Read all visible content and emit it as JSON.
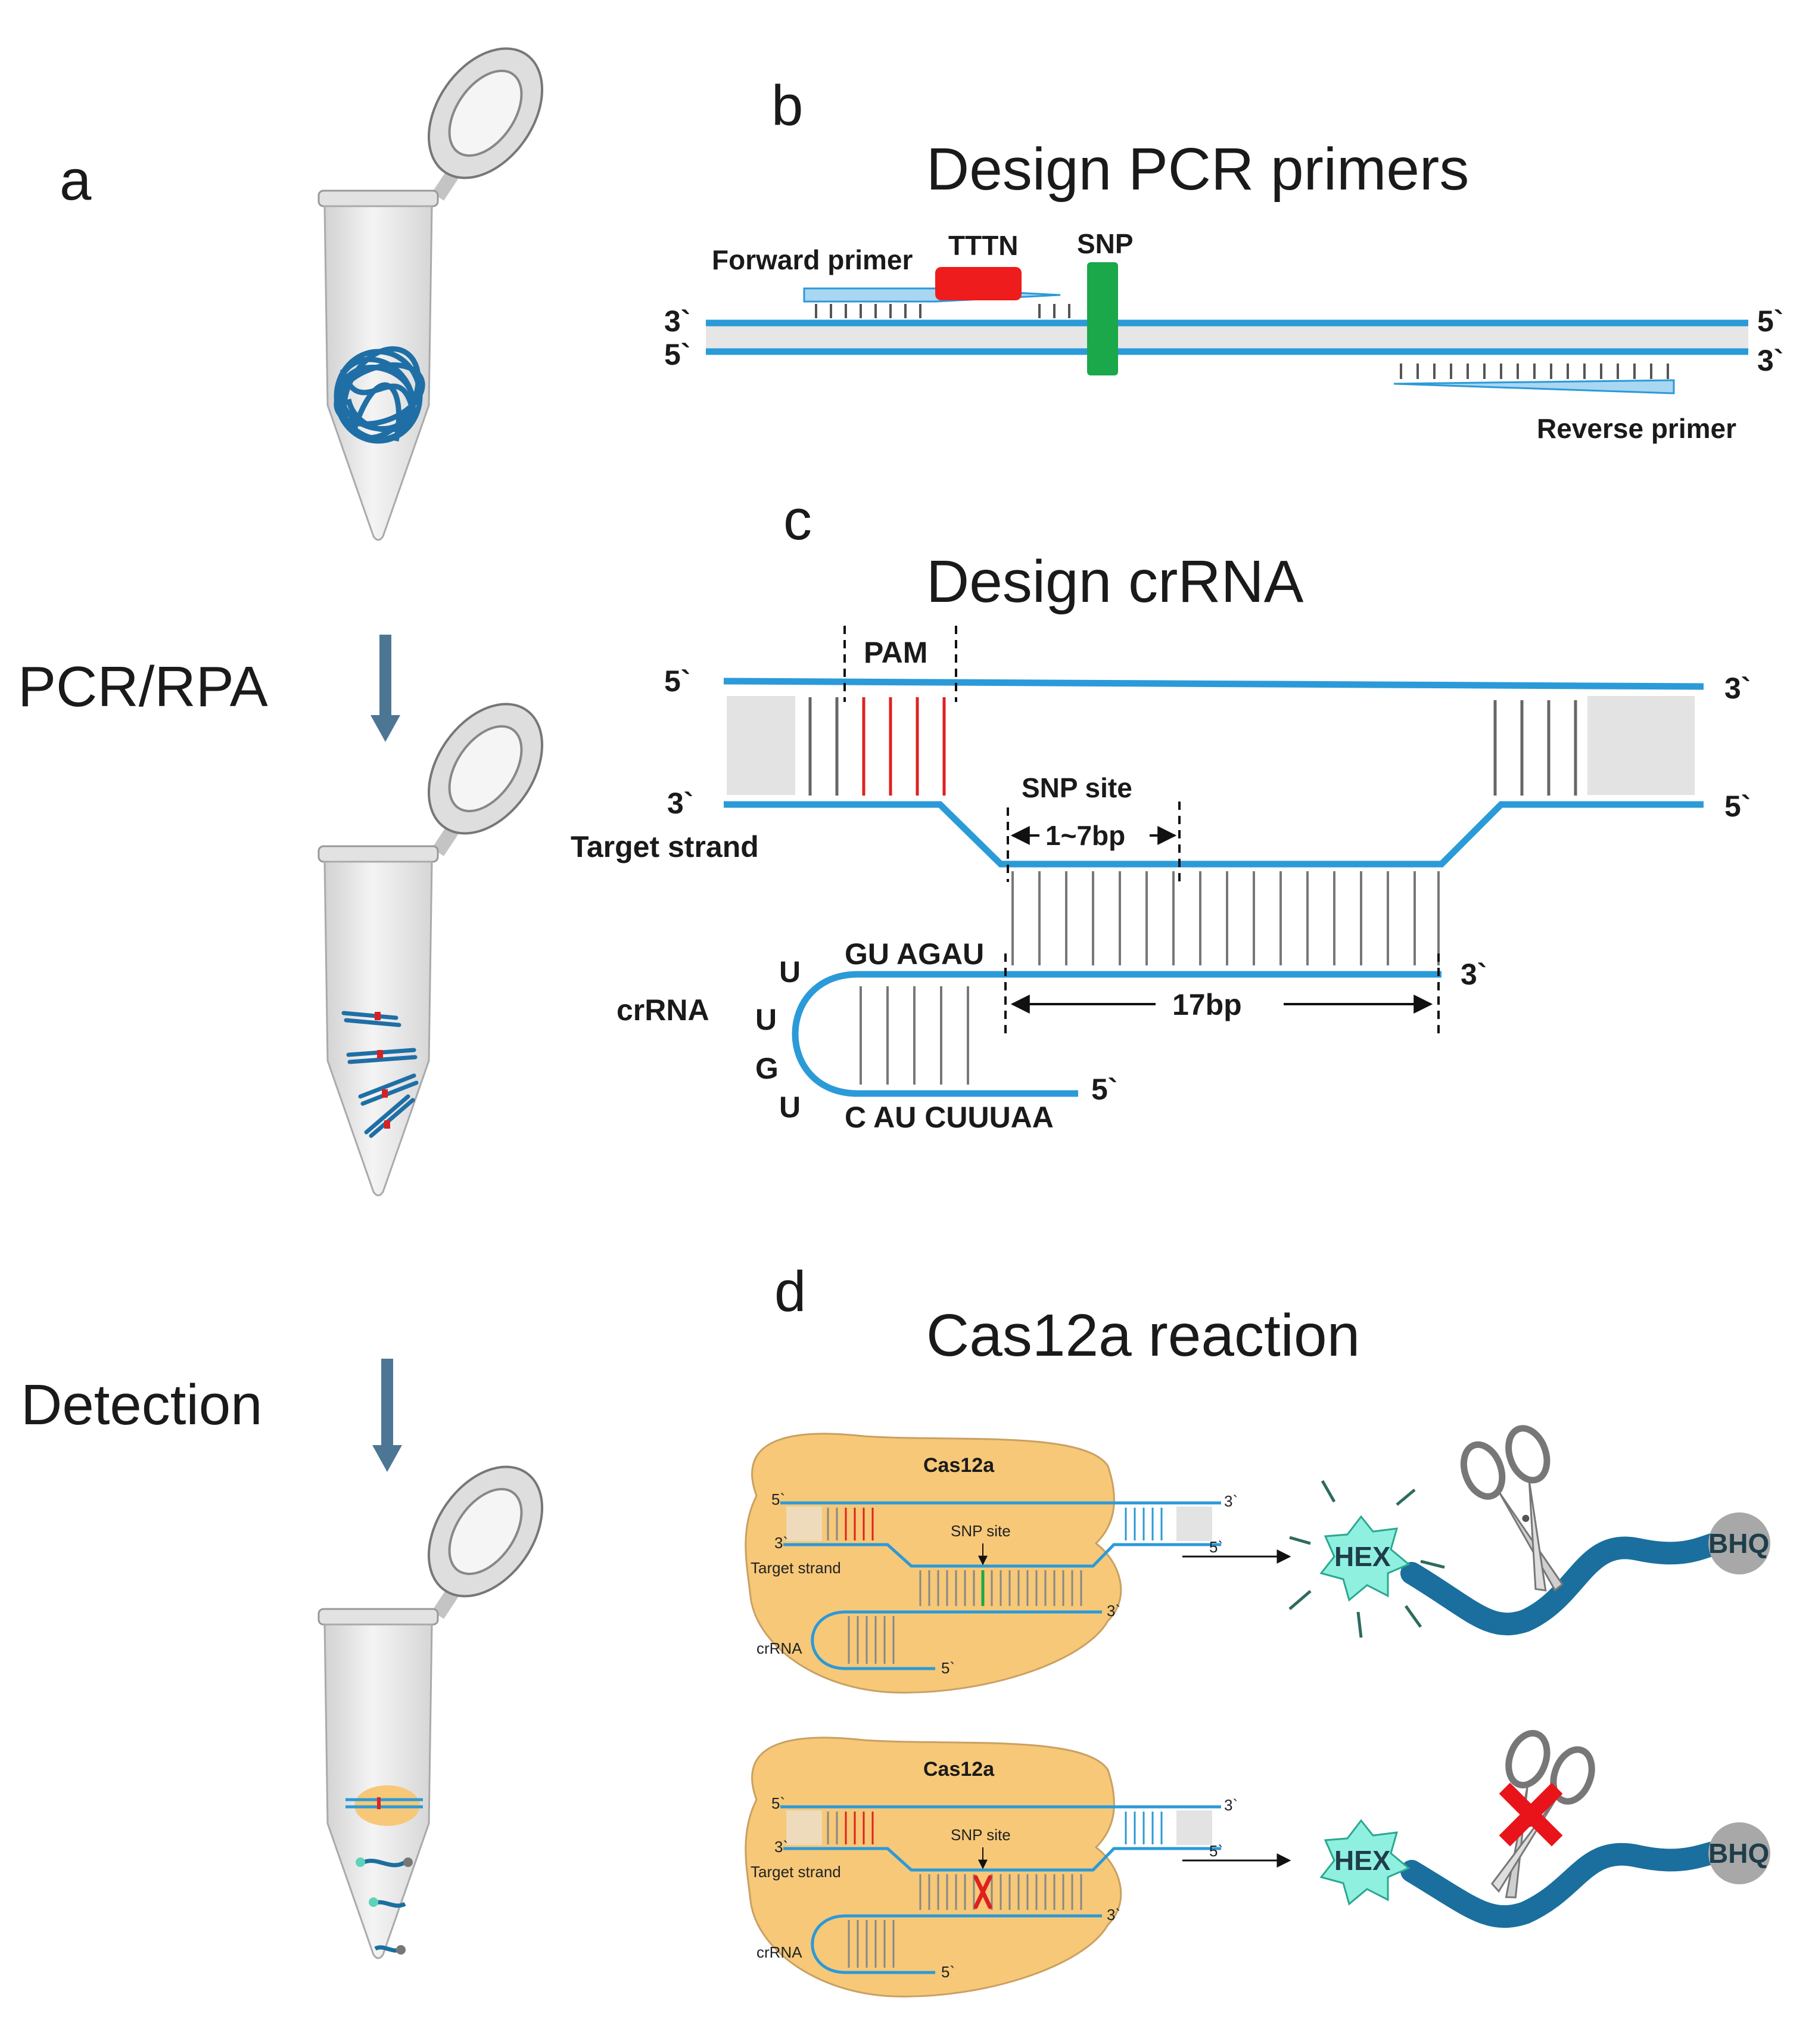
{
  "panels": {
    "a": {
      "letter": "a",
      "step1": "PCR/RPA",
      "step2": "Detection"
    },
    "b": {
      "letter": "b",
      "title": "Design PCR primers",
      "forward_primer": "Forward primer",
      "tttn": "TTTN",
      "snp": "SNP",
      "reverse_primer": "Reverse primer",
      "top_left_end": "3`",
      "top_right_end": "5`",
      "bottom_left_end": "5`",
      "bottom_right_end": "3`"
    },
    "c": {
      "letter": "c",
      "title": "Design crRNA",
      "pam": "PAM",
      "snp_site": "SNP site",
      "range": "1~7bp",
      "length": "17bp",
      "target_strand": "Target strand",
      "crrna": "crRNA",
      "top_5": "5`",
      "top_3": "3`",
      "target_3": "3`",
      "target_5": "5`",
      "crrna_3": "3`",
      "crrna_5": "5`",
      "loop_u1": "U",
      "loop_u2": "U",
      "loop_g": "G",
      "loop_u3": "U",
      "seq_top": "GU AGAU",
      "seq_bottom": "C AU CUUUAA"
    },
    "d": {
      "letter": "d",
      "title": "Cas12a reaction",
      "enzyme": "Cas12a",
      "snp_site": "SNP site",
      "target_strand": "Target strand",
      "crrna": "crRNA",
      "end_5": "5`",
      "end_3": "3`",
      "hex": "HEX",
      "bhq": "BHQ"
    }
  },
  "colors": {
    "dna": "#2b9ad8",
    "pam": "#e02020",
    "snp": "#1aa84a",
    "cas12a": "#f6c878",
    "hex": "#8ff0e0",
    "reporter": "#1a6f9e",
    "bhq": "#a8a8a8",
    "arrow": "#4d7694"
  }
}
